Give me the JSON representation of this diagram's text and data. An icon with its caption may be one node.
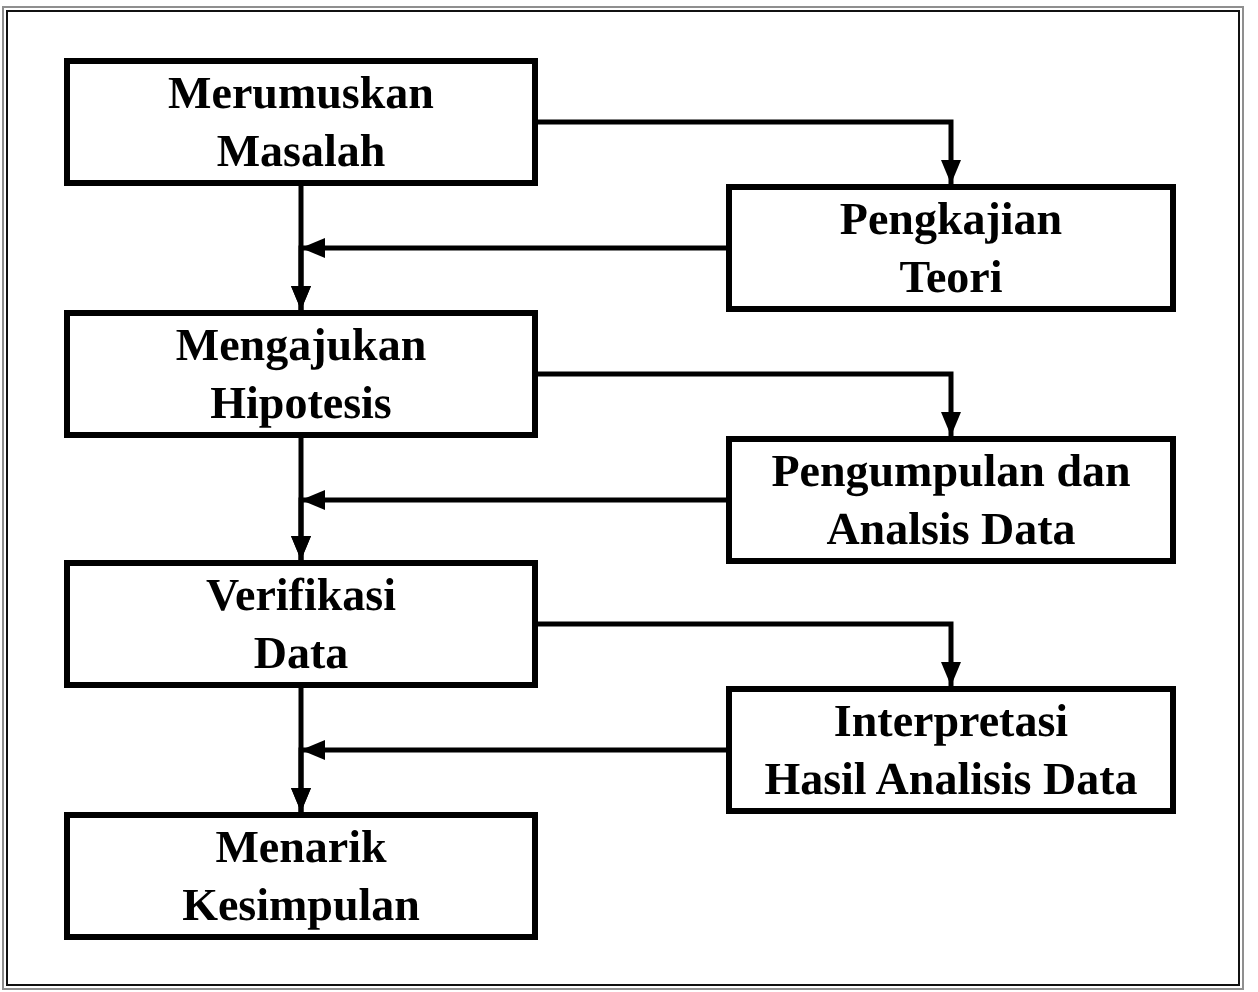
{
  "diagram": {
    "nodes": [
      {
        "text": [
          "Merumuskan Masalah"
        ]
      },
      {
        "text": [
          "Pengkajian Teori"
        ]
      },
      {
        "text": [
          "Mengajukan Hipotesis"
        ]
      },
      {
        "text": [
          "Pengumpulan dan Analsis Data"
        ]
      },
      {
        "text": [
          "Verifikasi Data"
        ]
      },
      {
        "text": [
          "Interpretasi Hasil Analisis Data"
        ]
      },
      {
        "text": [
          "Menarik Kesimpulan"
        ]
      }
    ],
    "edges": [
      {
        "from": 0,
        "to": 1,
        "arrow": "to"
      },
      {
        "from": 1,
        "to": 2,
        "arrow": "to"
      },
      {
        "from": 0,
        "to": 2,
        "arrow": "to"
      },
      {
        "from": 2,
        "to": 3,
        "arrow": "to"
      },
      {
        "from": 3,
        "to": 4,
        "arrow": "to"
      },
      {
        "from": 2,
        "to": 4,
        "arrow": "to"
      },
      {
        "from": 4,
        "to": 5,
        "arrow": "to"
      },
      {
        "from": 5,
        "to": 6,
        "arrow": "to"
      },
      {
        "from": 4,
        "to": 6,
        "arrow": "to"
      }
    ]
  }
}
